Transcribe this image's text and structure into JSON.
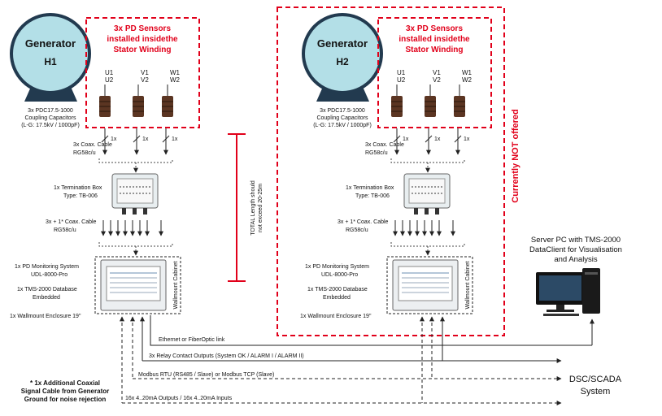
{
  "colors": {
    "accent_red": "#e1001a",
    "generator_fill": "#b3dfe7",
    "generator_stroke": "#223a4f",
    "line": "#222222"
  },
  "icons": [
    "generator-icon",
    "pd-sensor-icon",
    "termination-box-icon",
    "cabinet-icon",
    "server-pc-icon",
    "coaxial-cable-icon",
    "arrow-icon"
  ],
  "left": {
    "generator": {
      "name": "Generator",
      "id": "H1"
    },
    "sensors_title": [
      "3x PD Sensors",
      "installed insidethe",
      "Stator Winding"
    ],
    "phases": [
      {
        "top": "U1",
        "bottom": "U2"
      },
      {
        "top": "V1",
        "bottom": "V2"
      },
      {
        "top": "W1",
        "bottom": "W2"
      }
    ],
    "capacitors": [
      "3x PDC17.5-1000",
      "Coupling Capacitors",
      "(L-G: 17.5kV / 1000pF)"
    ],
    "coax_count": "1x",
    "coax_label": [
      "3x Coax. Cable",
      "RG58c/u"
    ],
    "term_box": [
      "1x Termination Box",
      "Type: TB-006"
    ],
    "coax2_label": [
      "3x + 1* Coax. Cable",
      "RG58c/u"
    ],
    "system": {
      "monitor": [
        "1x PD Monitoring System",
        "UDL-8000-Pro"
      ],
      "database": [
        "1x TMS-2000 Database",
        "Embedded"
      ],
      "enclosure": "1x Wallmount Enclosure 19\""
    },
    "cabinet_label": "Wallmount Cabinet"
  },
  "right": {
    "generator": {
      "name": "Generator",
      "id": "H2"
    },
    "sensors_title": [
      "3x PD Sensors",
      "installed insidethe",
      "Stator Winding"
    ],
    "phases": [
      {
        "top": "U1",
        "bottom": "U2"
      },
      {
        "top": "V1",
        "bottom": "V2"
      },
      {
        "top": "W1",
        "bottom": "W2"
      }
    ],
    "capacitors": [
      "3x PDC17.5-1000",
      "Coupling Capacitors",
      "(L-G: 17.5kV / 1000pF)"
    ],
    "coax_count": "1x",
    "coax_label": [
      "3x Coax. Cable",
      "RG58c/u"
    ],
    "term_box": [
      "1x Termination Box",
      "Type: TB-006"
    ],
    "coax2_label": [
      "3x + 1* Coax. Cable",
      "RG58c/u"
    ],
    "system": {
      "monitor": [
        "1x PD Monitoring System",
        "UDL-8000-Pro"
      ],
      "database": [
        "1x TMS-2000 Database",
        "Embedded"
      ],
      "enclosure": "1x Wallmount Enclosure 19\""
    },
    "cabinet_label": "Wallmount Cabinet",
    "not_offered": "Currently NOT offered"
  },
  "length_note": [
    "TOTAL Length should",
    "not exceed 20-25m"
  ],
  "server": [
    "Server PC with TMS-2000",
    "DataClient for Visualisation",
    "and Analysis"
  ],
  "links": {
    "ethernet": "Ethernet or FiberOptic link",
    "relay": "3x Relay Contact Outputs (System OK / ALARM I / ALARM II)",
    "modbus": "Modbus RTU (RS485 / Slave) or Modbus TCP (Slave)",
    "analog": "16x 4..20mA Outputs / 16x 4..20mA Inputs"
  },
  "dcs": [
    "DSC/SCADA",
    "System"
  ],
  "footnote": [
    "* 1x Additional Coaxial",
    "Signal Cable from Generator",
    "Ground for noise rejection"
  ]
}
